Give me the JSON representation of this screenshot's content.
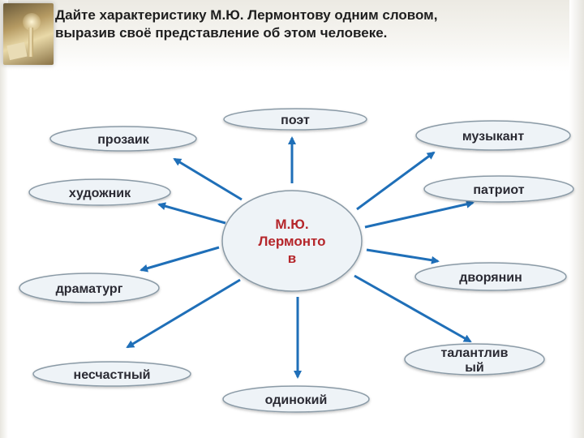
{
  "slide": {
    "title_lines": [
      "Дайте характеристику М.Ю. Лермонтову одним словом,",
      "выразив своё представление об этом человеке."
    ]
  },
  "diagram": {
    "center": {
      "lines": [
        "М.Ю.",
        "Лермонто",
        "в"
      ]
    },
    "nodes": [
      {
        "id": "poet",
        "lines": [
          "поэт"
        ]
      },
      {
        "id": "prosaic",
        "lines": [
          "прозаик"
        ]
      },
      {
        "id": "musician",
        "lines": [
          "музыкант"
        ]
      },
      {
        "id": "artist",
        "lines": [
          "художник"
        ]
      },
      {
        "id": "patriot",
        "lines": [
          "патриот"
        ]
      },
      {
        "id": "playwright",
        "lines": [
          "драматург"
        ]
      },
      {
        "id": "nobleman",
        "lines": [
          "дворянин"
        ]
      },
      {
        "id": "unhappy",
        "lines": [
          "несчастный"
        ]
      },
      {
        "id": "talented",
        "lines": [
          "талантлив",
          "ый"
        ]
      },
      {
        "id": "lonely",
        "lines": [
          "одинокий"
        ]
      }
    ],
    "colors": {
      "arrow": "#1f6fb8",
      "node_fill": "#eef3f7",
      "node_stroke": "#8a9aa6",
      "center_text": "#b5262b",
      "node_text": "#2a2a33"
    }
  }
}
